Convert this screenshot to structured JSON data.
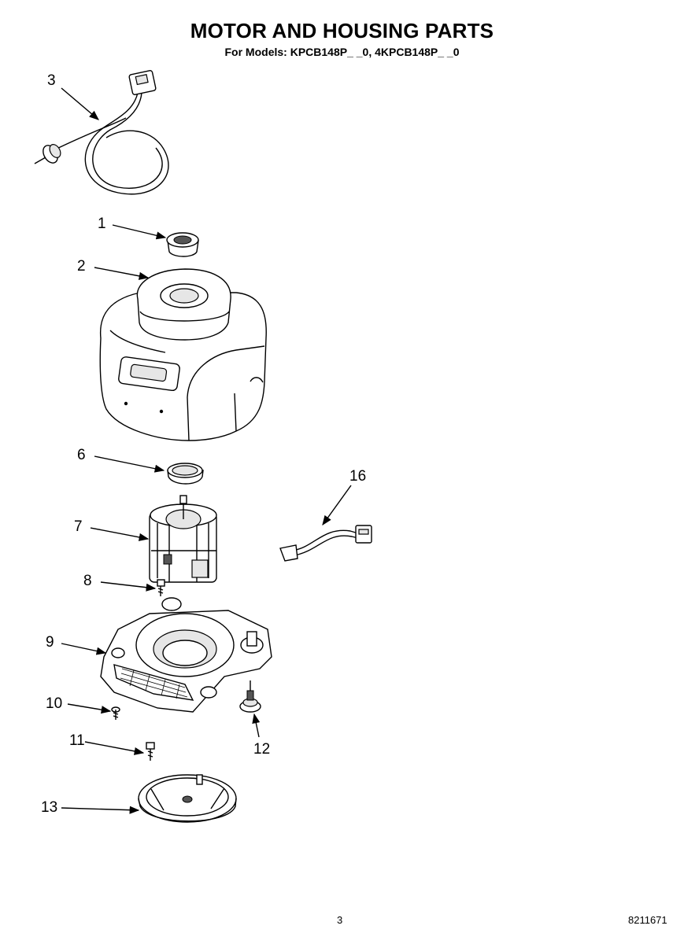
{
  "header": {
    "title": "MOTOR AND HOUSING PARTS",
    "subtitle": "For Models: KPCB148P_ _0, 4KPCB148P_ _0"
  },
  "callouts": [
    "3",
    "1",
    "2",
    "6",
    "16",
    "7",
    "8",
    "9",
    "10",
    "11",
    "12",
    "13"
  ],
  "parts": [
    {
      "number": "3",
      "part": "power-cord"
    },
    {
      "number": "1",
      "part": "drive-coupling"
    },
    {
      "number": "2",
      "part": "housing"
    },
    {
      "number": "6",
      "part": "ring"
    },
    {
      "number": "7",
      "part": "motor"
    },
    {
      "number": "8",
      "part": "screw"
    },
    {
      "number": "9",
      "part": "base"
    },
    {
      "number": "10",
      "part": "screw"
    },
    {
      "number": "11",
      "part": "screw"
    },
    {
      "number": "12",
      "part": "foot"
    },
    {
      "number": "13",
      "part": "base-plate"
    },
    {
      "number": "16",
      "part": "wire-harness"
    }
  ],
  "footer": {
    "page_number": "3",
    "document_number": "8211671"
  }
}
